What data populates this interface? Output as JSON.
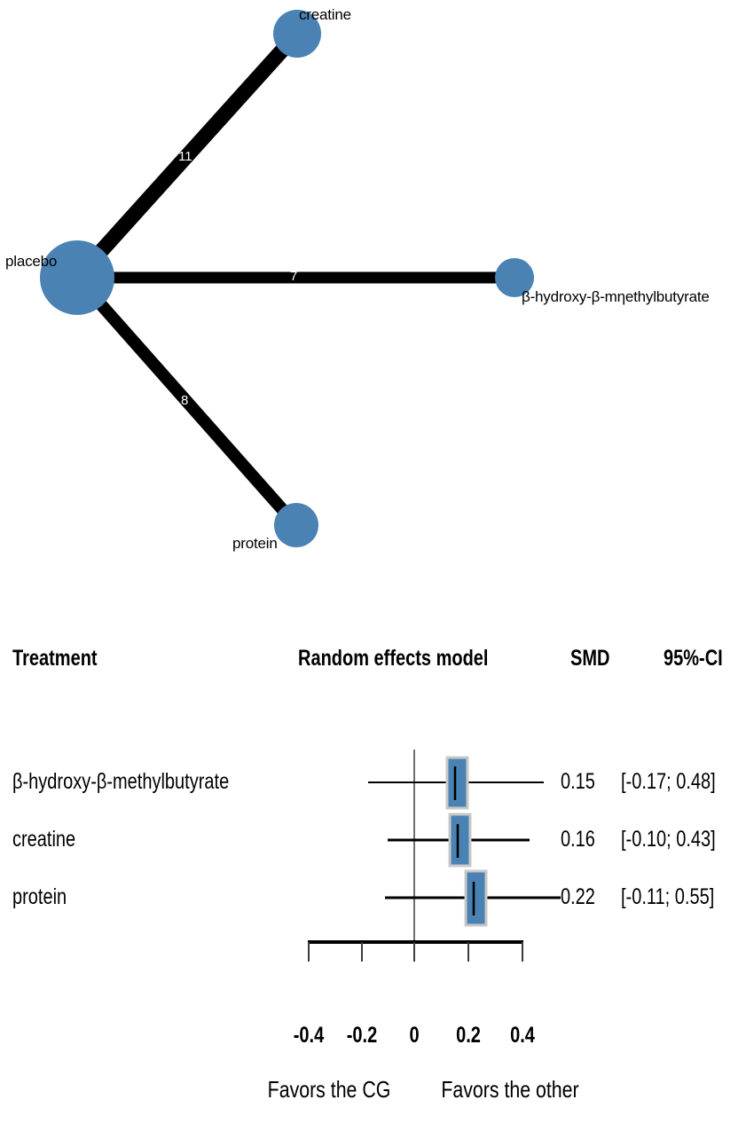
{
  "chart_data": [
    {
      "type": "network",
      "title": "Network geometry of treatment comparisons",
      "nodes": [
        {
          "id": "placebo",
          "label": "placebo",
          "size": 26
        },
        {
          "id": "creatine",
          "label": "creatine",
          "size": 11
        },
        {
          "id": "hmb",
          "label": "β-hydroxy-β-mηethylbutyrate",
          "size": 7
        },
        {
          "id": "protein",
          "label": "protein",
          "size": 8
        }
      ],
      "edges": [
        {
          "source": "placebo",
          "target": "creatine",
          "label": "11",
          "weight": 11
        },
        {
          "source": "placebo",
          "target": "hmb",
          "label": "7",
          "weight": 7
        },
        {
          "source": "placebo",
          "target": "protein",
          "label": "8",
          "weight": 8
        }
      ],
      "node_color": "#4a82b4",
      "edge_color": "#000000",
      "edge_label_color": "#ffffff"
    },
    {
      "type": "forest",
      "title": "",
      "columns": [
        "Treatment",
        "Random effects model",
        "SMD",
        "95%-CI"
      ],
      "rows": [
        {
          "treatment": "β-hydroxy-β-methylbutyrate",
          "smd": "0.15",
          "ci": "[-0.17; 0.48]",
          "estimate": 0.15,
          "ci_low": -0.17,
          "ci_high": 0.48,
          "box_weight": 0.3
        },
        {
          "treatment": "creatine",
          "smd": "0.16",
          "ci": "[-0.10; 0.43]",
          "estimate": 0.16,
          "ci_low": -0.1,
          "ci_high": 0.43,
          "box_weight": 0.4
        },
        {
          "treatment": "protein",
          "smd": "0.22",
          "ci": "[-0.11; 0.55]",
          "estimate": 0.22,
          "ci_low": -0.11,
          "ci_high": 0.55,
          "box_weight": 0.35
        }
      ],
      "xlabel": "",
      "xticks": [
        "-0.4",
        "-0.2",
        "0",
        "0.2",
        "0.4"
      ],
      "xtick_values": [
        -0.4,
        -0.2,
        0,
        0.2,
        0.4
      ],
      "xlim": [
        -0.4,
        0.4
      ],
      "reference_line": 0,
      "favors_left": "Favors the CG",
      "favors_right": "Favors the other",
      "box_color": "#4a82b4",
      "box_border_color": "#c8c8c8",
      "line_color": "#000000",
      "reference_line_color": "#6e6e6e",
      "grid": false,
      "legend": "none"
    }
  ],
  "network": {
    "nodes": {
      "placebo": "placebo",
      "creatine": "creatine",
      "hmb": "β-hydroxy-β-mηethylbutyrate",
      "protein": "protein"
    },
    "edge_labels": {
      "placebo_creatine": "11",
      "placebo_hmb": "7",
      "placebo_protein": "8"
    }
  },
  "forest": {
    "headers": {
      "treatment": "Treatment",
      "model": "Random effects model",
      "smd": "SMD",
      "ci": "95%-CI"
    },
    "rows": [
      {
        "treatment": "β-hydroxy-β-methylbutyrate",
        "smd": "0.15",
        "ci": "[-0.17; 0.48]"
      },
      {
        "treatment": "creatine",
        "smd": "0.16",
        "ci": "[-0.10; 0.43]"
      },
      {
        "treatment": "protein",
        "smd": "0.22",
        "ci": "[-0.11; 0.55]"
      }
    ],
    "ticks": [
      "-0.4",
      "-0.2",
      "0",
      "0.2",
      "0.4"
    ],
    "favors": {
      "left": "Favors the CG",
      "right": "Favors the other"
    }
  },
  "colors": {
    "node_blue": "#4a82b4",
    "box_blue": "#4a82b4",
    "box_border": "#c8c8c8",
    "edge_black": "#000000",
    "reference_gray": "#6e6e6e"
  }
}
